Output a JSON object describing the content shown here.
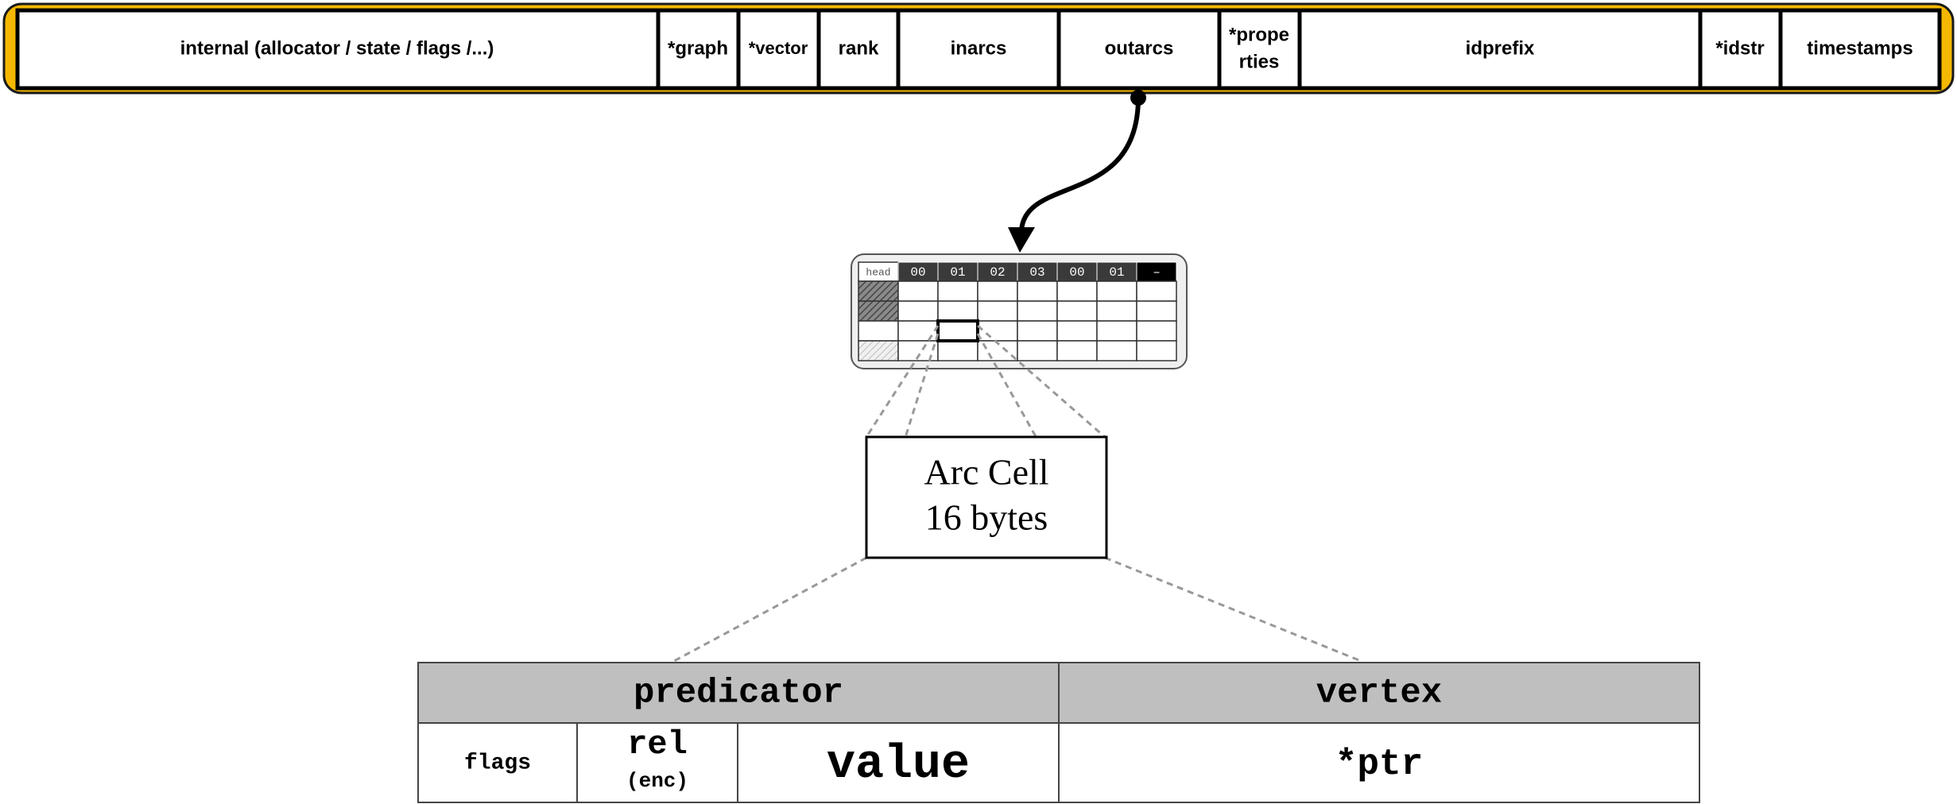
{
  "header_fields": [
    "internal (allocator / state / flags /...)",
    "*graph",
    "*vector",
    "rank",
    "inarcs",
    "outarcs",
    "*prope rties",
    "idprefix",
    "*idstr",
    "timestamps"
  ],
  "header_fields_split": {
    "properties_line1": "*prope",
    "properties_line2": "rties"
  },
  "arc_table": {
    "head_label": "head",
    "columns": [
      "00",
      "01",
      "02",
      "03",
      "00",
      "01",
      "–"
    ]
  },
  "arc_cell": {
    "line1": "Arc Cell",
    "line2": "16 bytes"
  },
  "layout_table": {
    "predicator": "predicator",
    "vertex": "vertex",
    "flags": "flags",
    "rel": "rel",
    "enc": "(enc)",
    "value": "value",
    "ptr": "*ptr"
  },
  "colors": {
    "header_border": "#F5B800",
    "header_fill": "#ffffff",
    "dark_cell": "#3a3a3a",
    "gray_header": "#bfbfbf",
    "dashed": "#999999"
  }
}
